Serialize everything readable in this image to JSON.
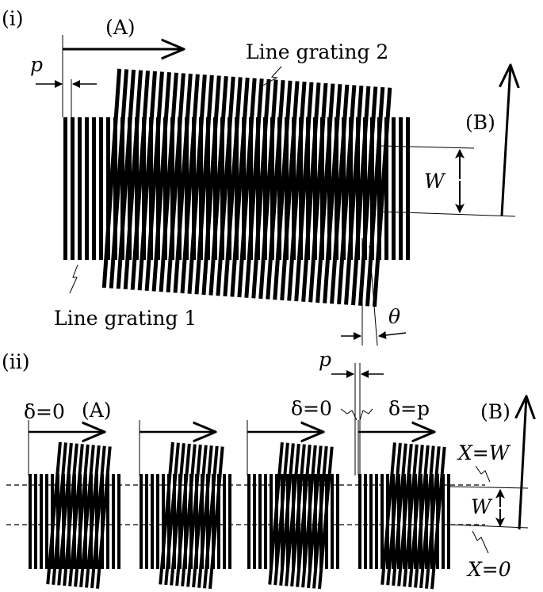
{
  "panel_i": {
    "tag": "(i)",
    "dir_a": "(A)",
    "dir_b": "(B)",
    "grating2": "Line grating 2",
    "grating1": "Line grating 1",
    "period": "p",
    "width": "W",
    "angle": "θ"
  },
  "panel_ii": {
    "tag": "(ii)",
    "dir_a": "(A)",
    "dir_b": "(B)",
    "delta_zero_1": "δ=0",
    "delta_zero_2": "δ=0",
    "delta_p": "δ=p",
    "period": "p",
    "width": "W",
    "x_eq_w": "X=W",
    "x_eq_0": "X=0"
  }
}
